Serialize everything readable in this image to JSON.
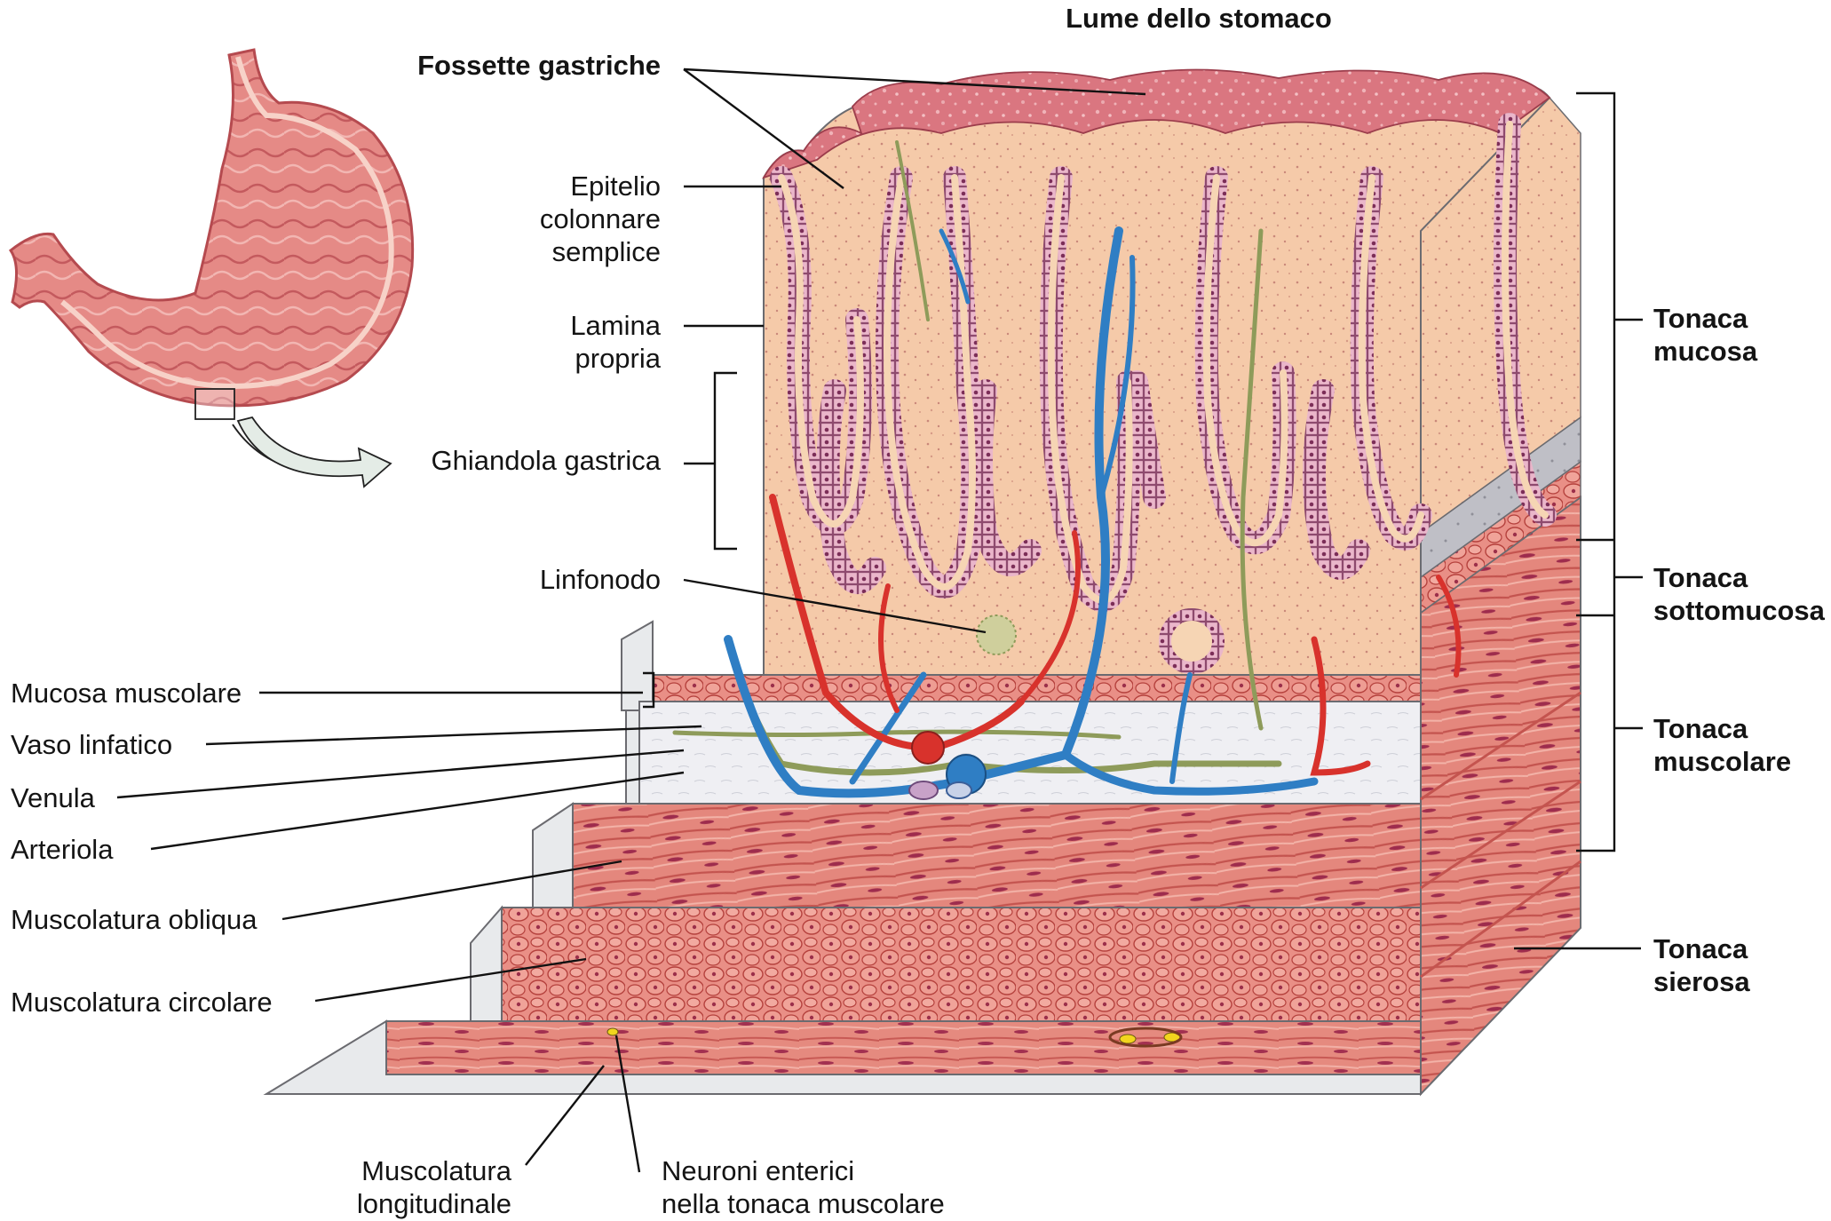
{
  "title": "Lume dello stomaco",
  "labels": {
    "fossette": "Fossette gastriche",
    "epitelio": [
      "Epitelio",
      "colonnare",
      "semplice"
    ],
    "lamina": [
      "Lamina",
      "propria"
    ],
    "ghiandola": "Ghiandola gastrica",
    "linfonodo": "Linfonodo",
    "mucosa_muscolare": "Mucosa muscolare",
    "vaso_linfatico": "Vaso linfatico",
    "venula": "Venula",
    "arteriola": "Arteriola",
    "musc_obliqua": "Muscolatura obliqua",
    "musc_circolare": "Muscolatura circolare",
    "musc_longitudinale": [
      "Muscolatura",
      "longitudinale"
    ],
    "neuroni": [
      "Neuroni enterici",
      "nella tonaca muscolare"
    ]
  },
  "layers": {
    "mucosa": [
      "Tonaca",
      "mucosa"
    ],
    "sottomucosa": [
      "Tonaca",
      "sottomucosa"
    ],
    "muscolare": [
      "Tonaca",
      "muscolare"
    ],
    "sierosa": [
      "Tonaca",
      "sierosa"
    ]
  },
  "colors": {
    "mucosa": "#f4c7a8",
    "surface": "#d9707c",
    "epithelium": "#e9b4c8",
    "muscle": "#e58a7f",
    "muscle_dark": "#c85a55",
    "submucosa": "#eeeef2",
    "artery": "#d8322c",
    "vein": "#2f7ec4",
    "lymph": "#8e9b5a",
    "nerve": "#f2d51e"
  }
}
